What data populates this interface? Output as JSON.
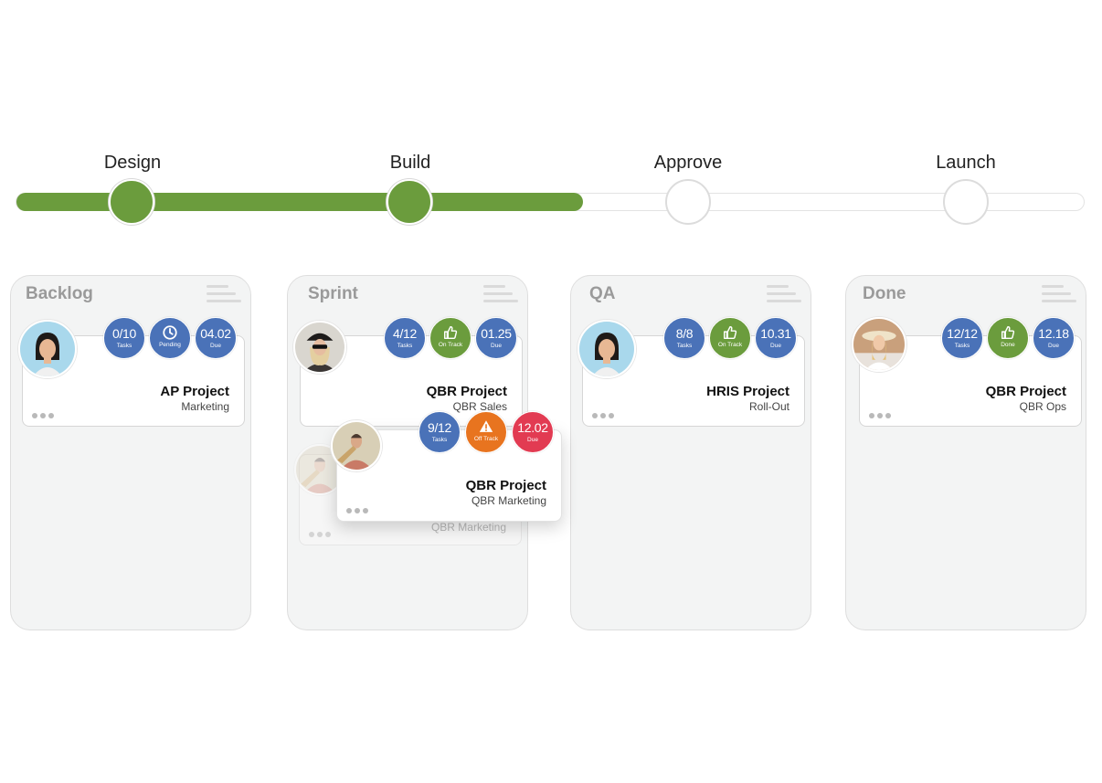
{
  "stages": [
    {
      "label": "Design",
      "status": "complete"
    },
    {
      "label": "Build",
      "status": "complete"
    },
    {
      "label": "Approve",
      "status": "pending"
    },
    {
      "label": "Launch",
      "status": "pending"
    }
  ],
  "progress_percent": 53,
  "colors": {
    "progress": "#6b9c3d",
    "badge_blue": "#4a72b8",
    "badge_green": "#6b9c3d",
    "badge_orange": "#e8741f",
    "badge_red": "#e23b52",
    "column_title": "#9a9a9a"
  },
  "columns": [
    {
      "title": "Backlog",
      "cards": [
        {
          "title": "AP Project",
          "subtitle": "Marketing",
          "badges": [
            {
              "value": "0/10",
              "caption": "Tasks",
              "color": "blue"
            },
            {
              "icon": "clock-icon",
              "caption": "Pending",
              "color": "blue"
            },
            {
              "value": "04.02",
              "caption": "Due",
              "color": "blue"
            }
          ]
        }
      ]
    },
    {
      "title": "Sprint",
      "cards": [
        {
          "title": "QBR Project",
          "subtitle": "QBR Sales",
          "badges": [
            {
              "value": "4/12",
              "caption": "Tasks",
              "color": "blue"
            },
            {
              "icon": "thumbs-up-icon",
              "caption": "On Track",
              "color": "green"
            },
            {
              "value": "01.25",
              "caption": "Due",
              "color": "blue"
            }
          ]
        },
        {
          "title": "QBR Project",
          "subtitle": "QBR Marketing",
          "state": "dragging",
          "badges": [
            {
              "value": "9/12",
              "caption": "Tasks",
              "color": "blue"
            },
            {
              "icon": "warning-icon",
              "caption": "Off Track",
              "color": "orange"
            },
            {
              "value": "12.02",
              "caption": "Due",
              "color": "red"
            }
          ]
        },
        {
          "subtitle": "QBR Marketing",
          "state": "placeholder"
        }
      ]
    },
    {
      "title": "QA",
      "cards": [
        {
          "title": "HRIS Project",
          "subtitle": "Roll-Out",
          "badges": [
            {
              "value": "8/8",
              "caption": "Tasks",
              "color": "blue"
            },
            {
              "icon": "thumbs-up-icon",
              "caption": "On Track",
              "color": "green"
            },
            {
              "value": "10.31",
              "caption": "Due",
              "color": "blue"
            }
          ]
        }
      ]
    },
    {
      "title": "Done",
      "cards": [
        {
          "title": "QBR Project",
          "subtitle": "QBR Ops",
          "badges": [
            {
              "value": "12/12",
              "caption": "Tasks",
              "color": "blue"
            },
            {
              "icon": "thumbs-up-icon",
              "caption": "Done",
              "color": "green"
            },
            {
              "value": "12.18",
              "caption": "Due",
              "color": "blue"
            }
          ]
        }
      ]
    }
  ]
}
